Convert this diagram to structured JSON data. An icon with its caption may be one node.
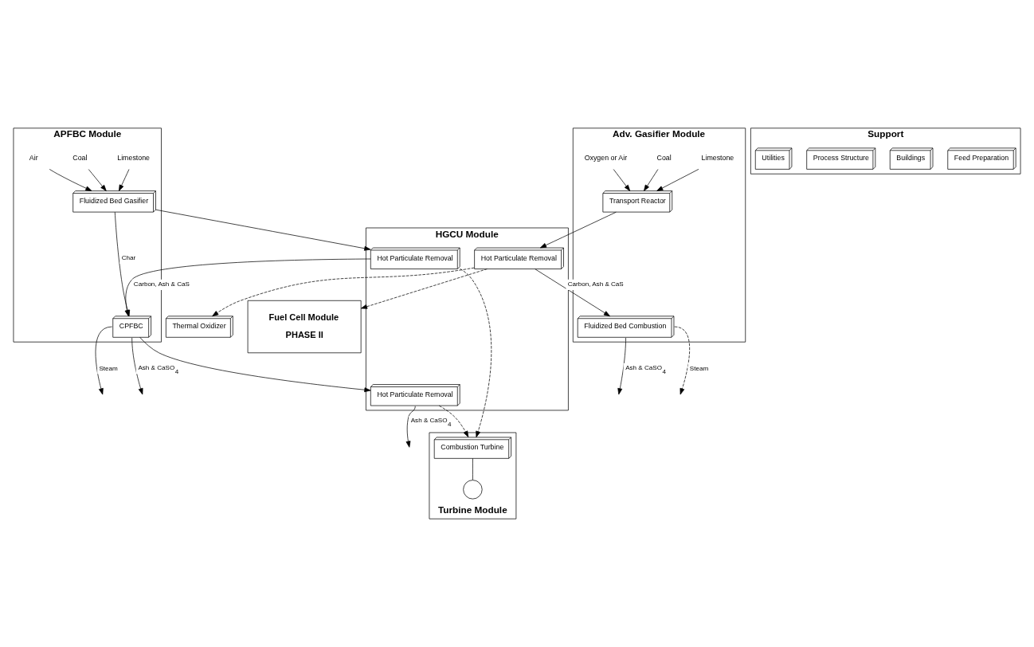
{
  "diagram": {
    "nodes": [
      {
        "text": [
          "APFBC Module"
        ]
      },
      {
        "text": [
          "Limestone"
        ],
        "in": 0
      },
      {
        "text": [
          "Coal"
        ],
        "in": 0
      },
      {
        "text": [
          "Air"
        ],
        "in": 0
      },
      {
        "text": [
          "Fluidized Bed Gasifier"
        ],
        "in": 0
      },
      {
        "text": [
          "CPFBC"
        ],
        "in": 0
      },
      {
        "text": [
          "HGCU Module"
        ]
      },
      {
        "text": [
          "Hot Particulate Removal"
        ],
        "in": 6
      },
      {
        "text": [
          "Hot Particulate Removal"
        ],
        "in": 6
      },
      {
        "text": [
          "Hot Particulate Removal"
        ],
        "in": 6
      },
      {
        "text": [
          "Adv. Gasifier Module"
        ]
      },
      {
        "text": [
          "Transport Reactor"
        ],
        "in": 10
      },
      {
        "text": [
          "Fluidized Bed Combustion"
        ],
        "in": 10
      },
      {
        "text": [
          "Limestone"
        ],
        "in": 10
      },
      {
        "text": [
          "Coal"
        ],
        "in": 10
      },
      {
        "text": [
          "Oxygen or Air"
        ],
        "in": 10
      },
      {
        "text": [
          "Turbine Module"
        ]
      },
      {
        "text": [
          "Combustion Turbine"
        ],
        "in": 16
      },
      {
        "text": [],
        "shape": "circle",
        "in": 16
      },
      {
        "text": [
          "Thermal Oxidizer"
        ]
      },
      {
        "text": [
          "Fuel Cell Module",
          "PHASE II"
        ]
      },
      {
        "text": [
          "Support"
        ]
      },
      {
        "text": [
          "Feed Preparation"
        ],
        "in": 21
      },
      {
        "text": [
          "Buildings"
        ],
        "in": 21
      },
      {
        "text": [
          "Process Structure"
        ],
        "in": 21
      },
      {
        "text": [
          "Utilities"
        ],
        "in": 21
      }
    ],
    "edges": [
      {
        "from": 1,
        "to": 4,
        "arrow": "to"
      },
      {
        "from": 2,
        "to": 4,
        "arrow": "to"
      },
      {
        "from": 3,
        "to": 4,
        "arrow": "to"
      },
      {
        "from": 4,
        "to": 5,
        "arrow": "to",
        "label": "Char"
      },
      {
        "from": 4,
        "to": 7,
        "arrow": "to"
      },
      {
        "from": 7,
        "to": 5,
        "arrow": "to",
        "label": "Carbon, Ash & CaS"
      },
      {
        "from": 5,
        "to": null,
        "arrow": "to",
        "label": "Steam"
      },
      {
        "from": 5,
        "to": null,
        "arrow": "to",
        "label": "Ash & CaSO$_{4}$"
      },
      {
        "from": 5,
        "to": 9,
        "arrow": "to"
      },
      {
        "from": 9,
        "to": null,
        "arrow": "to",
        "label": "Ash & CaSO$_{4}$"
      },
      {
        "from": 13,
        "to": 11,
        "arrow": "to"
      },
      {
        "from": 14,
        "to": 11,
        "arrow": "to"
      },
      {
        "from": 15,
        "to": 11,
        "arrow": "to"
      },
      {
        "from": 11,
        "to": 8,
        "arrow": "to"
      },
      {
        "from": 8,
        "to": 12,
        "arrow": "to",
        "label": "Carbon, Ash & CaS"
      },
      {
        "from": 12,
        "to": null,
        "arrow": "to",
        "label": "Steam",
        "style": "dashed"
      },
      {
        "from": 12,
        "to": null,
        "arrow": "to",
        "label": "Ash & CaSO$_{4}$"
      },
      {
        "from": 7,
        "to": 17,
        "arrow": "to",
        "style": "dashed"
      },
      {
        "from": 9,
        "to": 17,
        "arrow": "to",
        "style": "dashed"
      },
      {
        "from": 8,
        "to": 19,
        "arrow": "to",
        "style": "dashed"
      },
      {
        "from": 8,
        "to": 20,
        "arrow": "to",
        "style": "dashed"
      },
      {
        "from": 17,
        "to": 18,
        "arrow": "none"
      }
    ]
  }
}
